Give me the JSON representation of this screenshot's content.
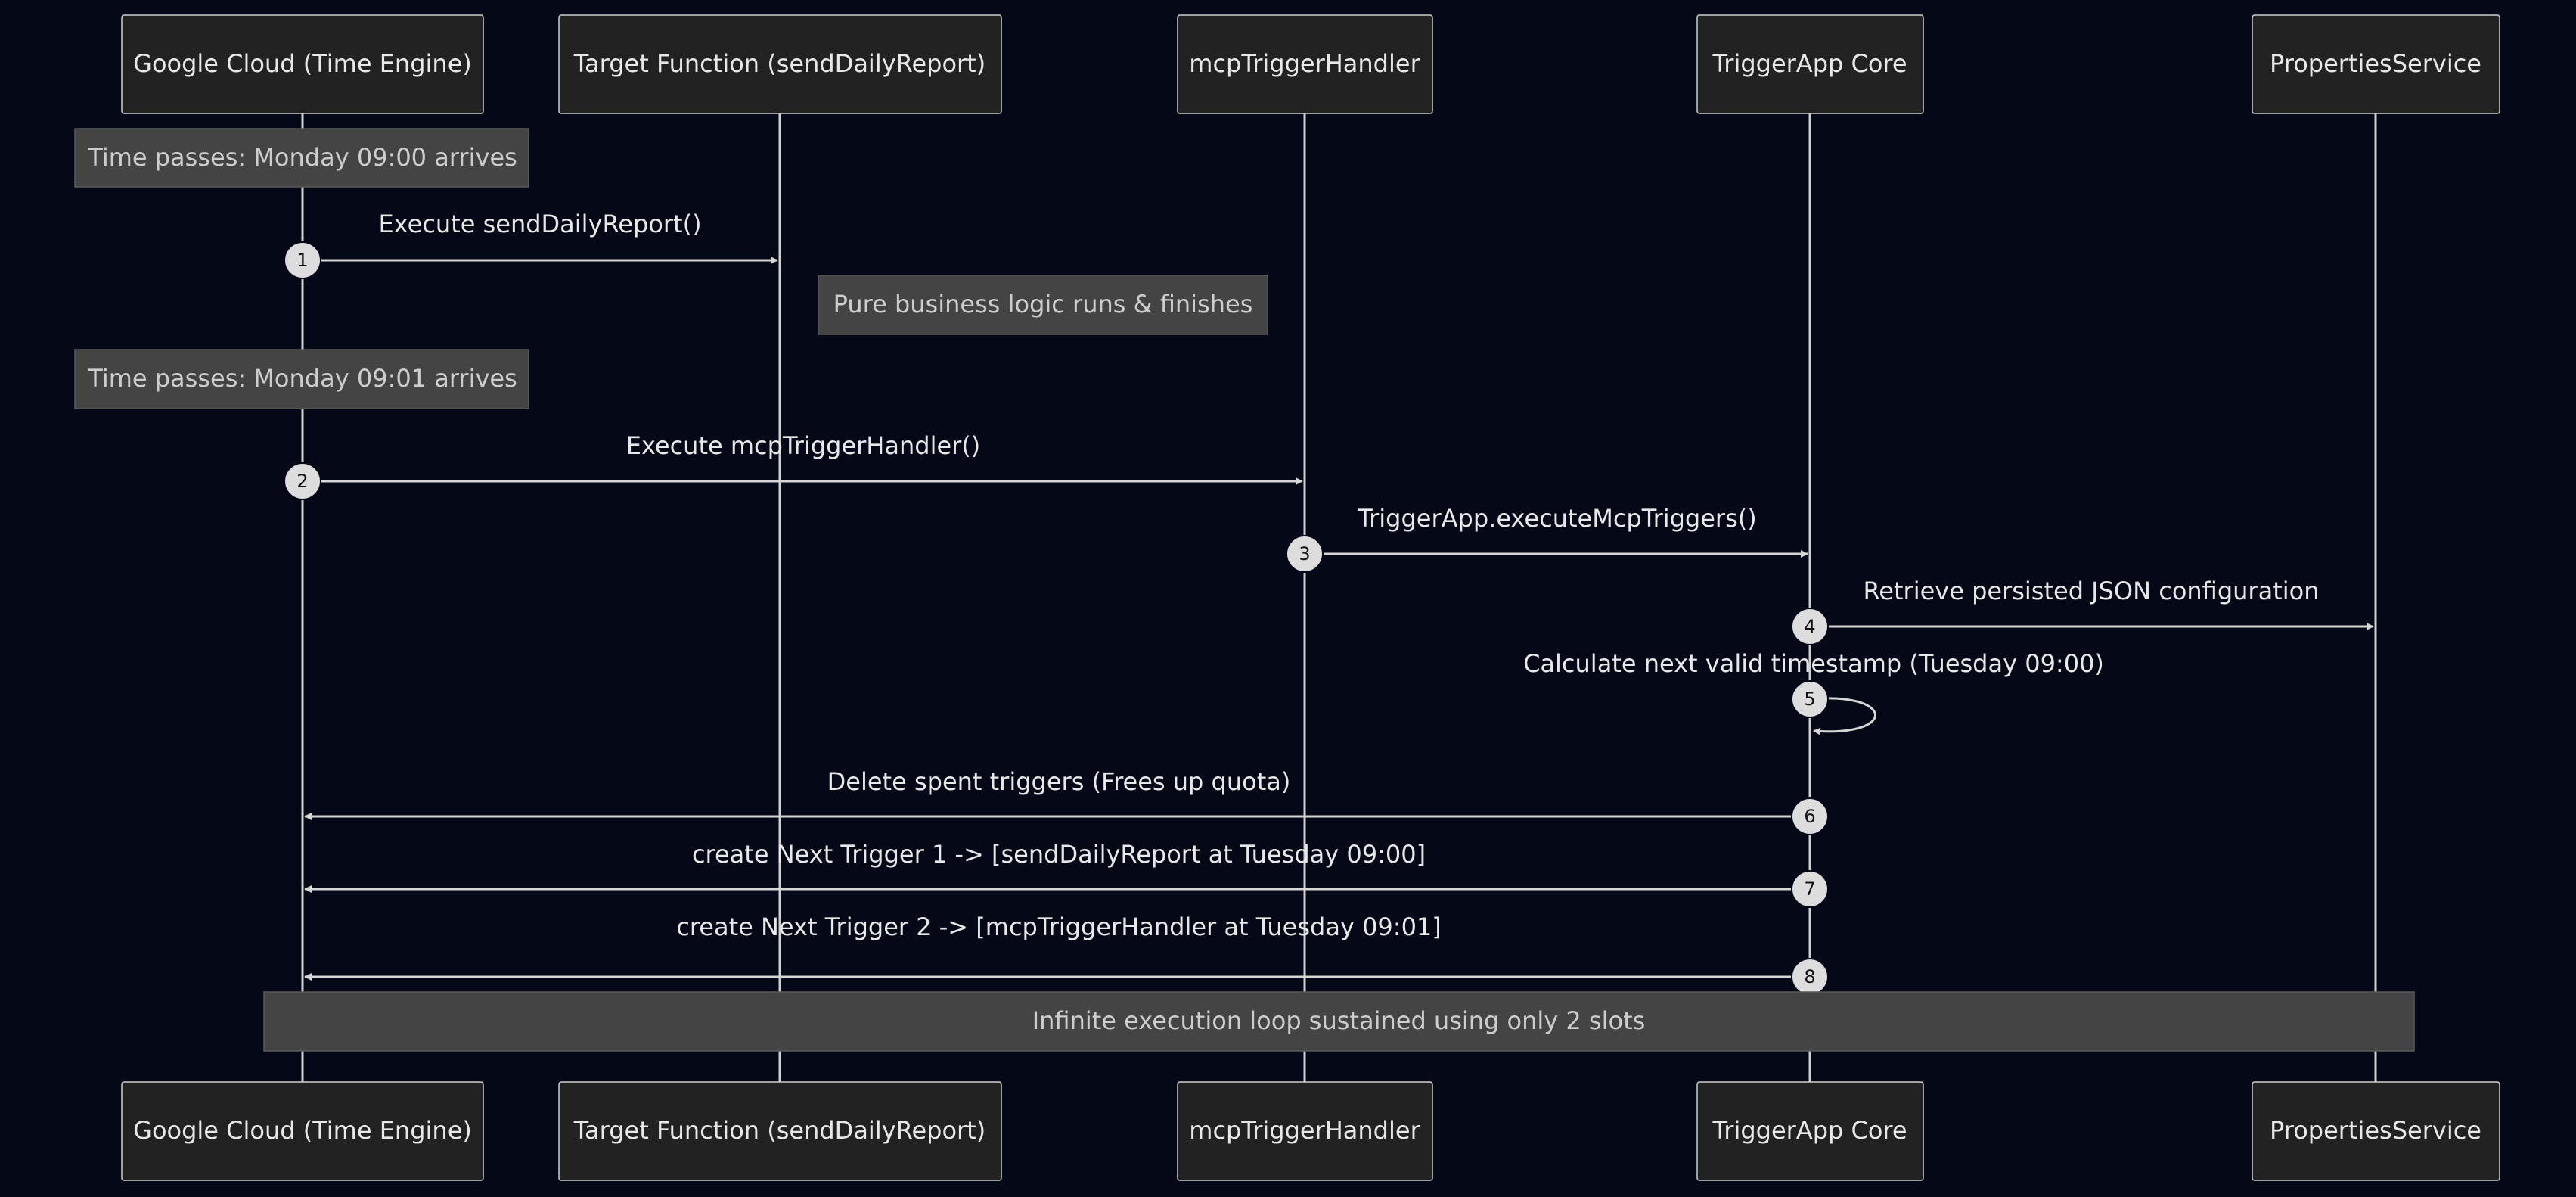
{
  "actors": [
    {
      "id": "gcloud",
      "label": "Google Cloud (Time Engine)"
    },
    {
      "id": "target",
      "label": "Target Function (sendDailyReport)"
    },
    {
      "id": "handler",
      "label": "mcpTriggerHandler"
    },
    {
      "id": "core",
      "label": "TriggerApp Core"
    },
    {
      "id": "props",
      "label": "PropertiesService"
    }
  ],
  "notes": [
    {
      "id": "note-monday-0900",
      "label": "Time passes: Monday 09:00 arrives",
      "over": [
        "gcloud"
      ]
    },
    {
      "id": "note-pure-logic",
      "label": "Pure business logic runs & finishes",
      "over": [
        "target"
      ]
    },
    {
      "id": "note-monday-0901",
      "label": "Time passes: Monday 09:01 arrives",
      "over": [
        "gcloud"
      ]
    },
    {
      "id": "note-infinite-loop",
      "label": "Infinite execution loop sustained using only 2 slots",
      "over": [
        "gcloud",
        "props"
      ]
    }
  ],
  "messages": [
    {
      "step": "1",
      "from": "gcloud",
      "to": "target",
      "label": "Execute sendDailyReport()"
    },
    {
      "step": "2",
      "from": "gcloud",
      "to": "handler",
      "label": "Execute mcpTriggerHandler()"
    },
    {
      "step": "3",
      "from": "handler",
      "to": "core",
      "label": "TriggerApp.executeMcpTriggers()"
    },
    {
      "step": "4",
      "from": "core",
      "to": "props",
      "label": "Retrieve persisted JSON configuration"
    },
    {
      "step": "5",
      "from": "core",
      "to": "core",
      "label": "Calculate next valid timestamp (Tuesday 09:00)"
    },
    {
      "step": "6",
      "from": "core",
      "to": "gcloud",
      "label": "Delete spent triggers (Frees up quota)"
    },
    {
      "step": "7",
      "from": "core",
      "to": "gcloud",
      "label": "create Next Trigger 1 -> [sendDailyReport at Tuesday 09:00]"
    },
    {
      "step": "8",
      "from": "core",
      "to": "gcloud",
      "label": "create Next Trigger 2 -> [mcpTriggerHandler at Tuesday 09:01]"
    }
  ],
  "colors": {
    "background": "#040817",
    "actor_fill": "#222222",
    "note_fill": "#444444",
    "line": "#d0d0d0"
  }
}
